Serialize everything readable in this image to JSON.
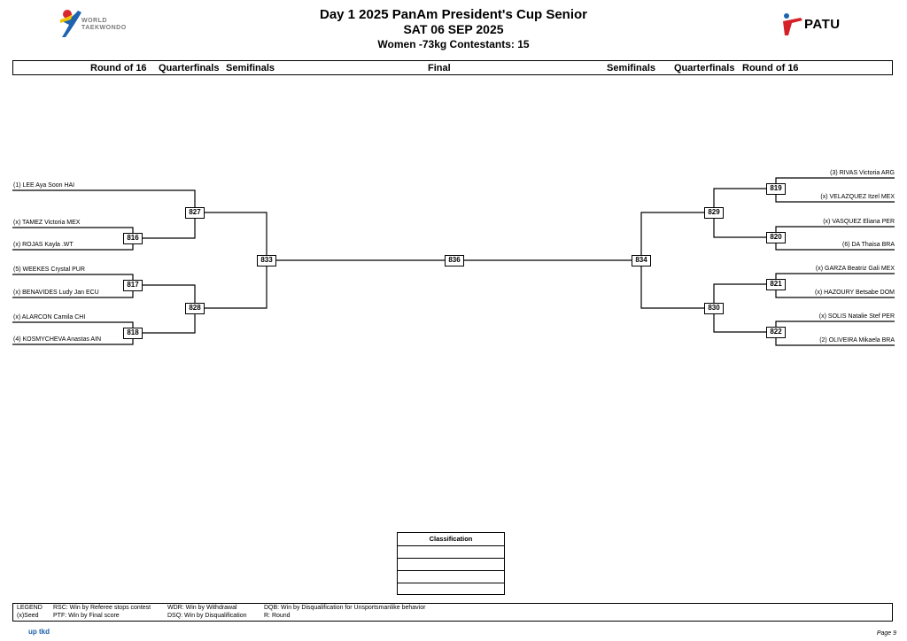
{
  "header": {
    "title": "Day 1 2025 PanAm President's Cup Senior",
    "date": "SAT 06 SEP 2025",
    "division": "Women -73kg  Contestants: 15",
    "wt_logo_line1": "WORLD",
    "wt_logo_line2": "TAEKWONDO",
    "patu_logo": "PATU"
  },
  "rounds": {
    "left": [
      "Round of 16",
      "Quarterfinals",
      "Semifinals"
    ],
    "center": "Final",
    "right": [
      "Semifinals",
      "Quarterfinals",
      "Round of 16"
    ]
  },
  "entrants": {
    "left": [
      "(1) LEE Aya Soon HAI",
      "(x) TAMEZ Victoria MEX",
      "(x) ROJAS Kayla .WT",
      "(5) WEEKES Crystal PUR",
      "(x) BENAVIDES Ludy Jan ECU",
      "(x) ALARCON Camila CHI",
      "(4) KOSMYCHEVA Anastas AIN"
    ],
    "right": [
      "(3) RIVAS Victoria ARG",
      "(x) VELAZQUEZ Itzel MEX",
      "(x) VASQUEZ Eliana PER",
      "(6) DA Thaisa BRA",
      "(x) GARZA Beatriz Gali MEX",
      "(x) HAZOURY Betsabe DOM",
      "(x) SOLIS Natalie Stef PER",
      "(2) OLIVEIRA Mikaela BRA"
    ]
  },
  "matches": {
    "m816": "816",
    "m817": "817",
    "m818": "818",
    "m819": "819",
    "m820": "820",
    "m821": "821",
    "m822": "822",
    "m827": "827",
    "m828": "828",
    "m829": "829",
    "m830": "830",
    "m833": "833",
    "m834": "834",
    "m836": "836"
  },
  "classification": {
    "title": "Classification",
    "rows": [
      "",
      "",
      "",
      ""
    ]
  },
  "legend": {
    "label": "LEGEND",
    "seed": "(x)Seed",
    "rsc": "RSC: Win by Referee stops contest",
    "ptf": "PTF: Win by Final score",
    "wdr": "WDR: Win by Withdrawal",
    "dsq": "DSQ: Win by Disqualification",
    "dqb": "DQB: Win by Disqualification for Unsportsmanlike behavior",
    "r": "R: Round"
  },
  "footer": {
    "brand": "up tkd",
    "page": "Page 9"
  },
  "colors": {
    "line": "#000000",
    "wt_red": "#d7282f",
    "wt_blue": "#1e63b0",
    "wt_yellow": "#f4c300",
    "patu_red": "#d42027",
    "upt_blue": "#1b5fa8"
  }
}
